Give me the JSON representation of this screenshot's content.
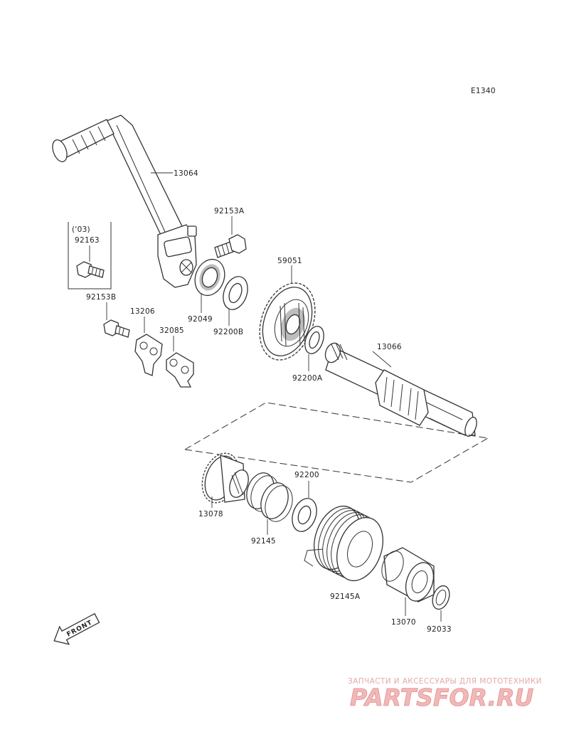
{
  "diagram_code": "E1340",
  "callouts": {
    "p13064": "13064",
    "p92153A": "92153A",
    "p92163_note": "('03)",
    "p92163": "92163",
    "p92153B": "92153B",
    "p13206": "13206",
    "p32085": "32085",
    "p92049": "92049",
    "p92200B": "92200B",
    "p59051": "59051",
    "p92200A": "92200A",
    "p13066": "13066",
    "p13078": "13078",
    "p92200": "92200",
    "p92145": "92145",
    "p92145A": "92145A",
    "p13070": "13070",
    "p92033": "92033"
  },
  "front_arrow": "FRONT",
  "watermark": {
    "tagline": "ЗАПЧАСТИ И АКСЕССУАРЫ ДЛЯ МОТОТЕХНИКИ",
    "logo": "PARTSFOR.RU"
  }
}
